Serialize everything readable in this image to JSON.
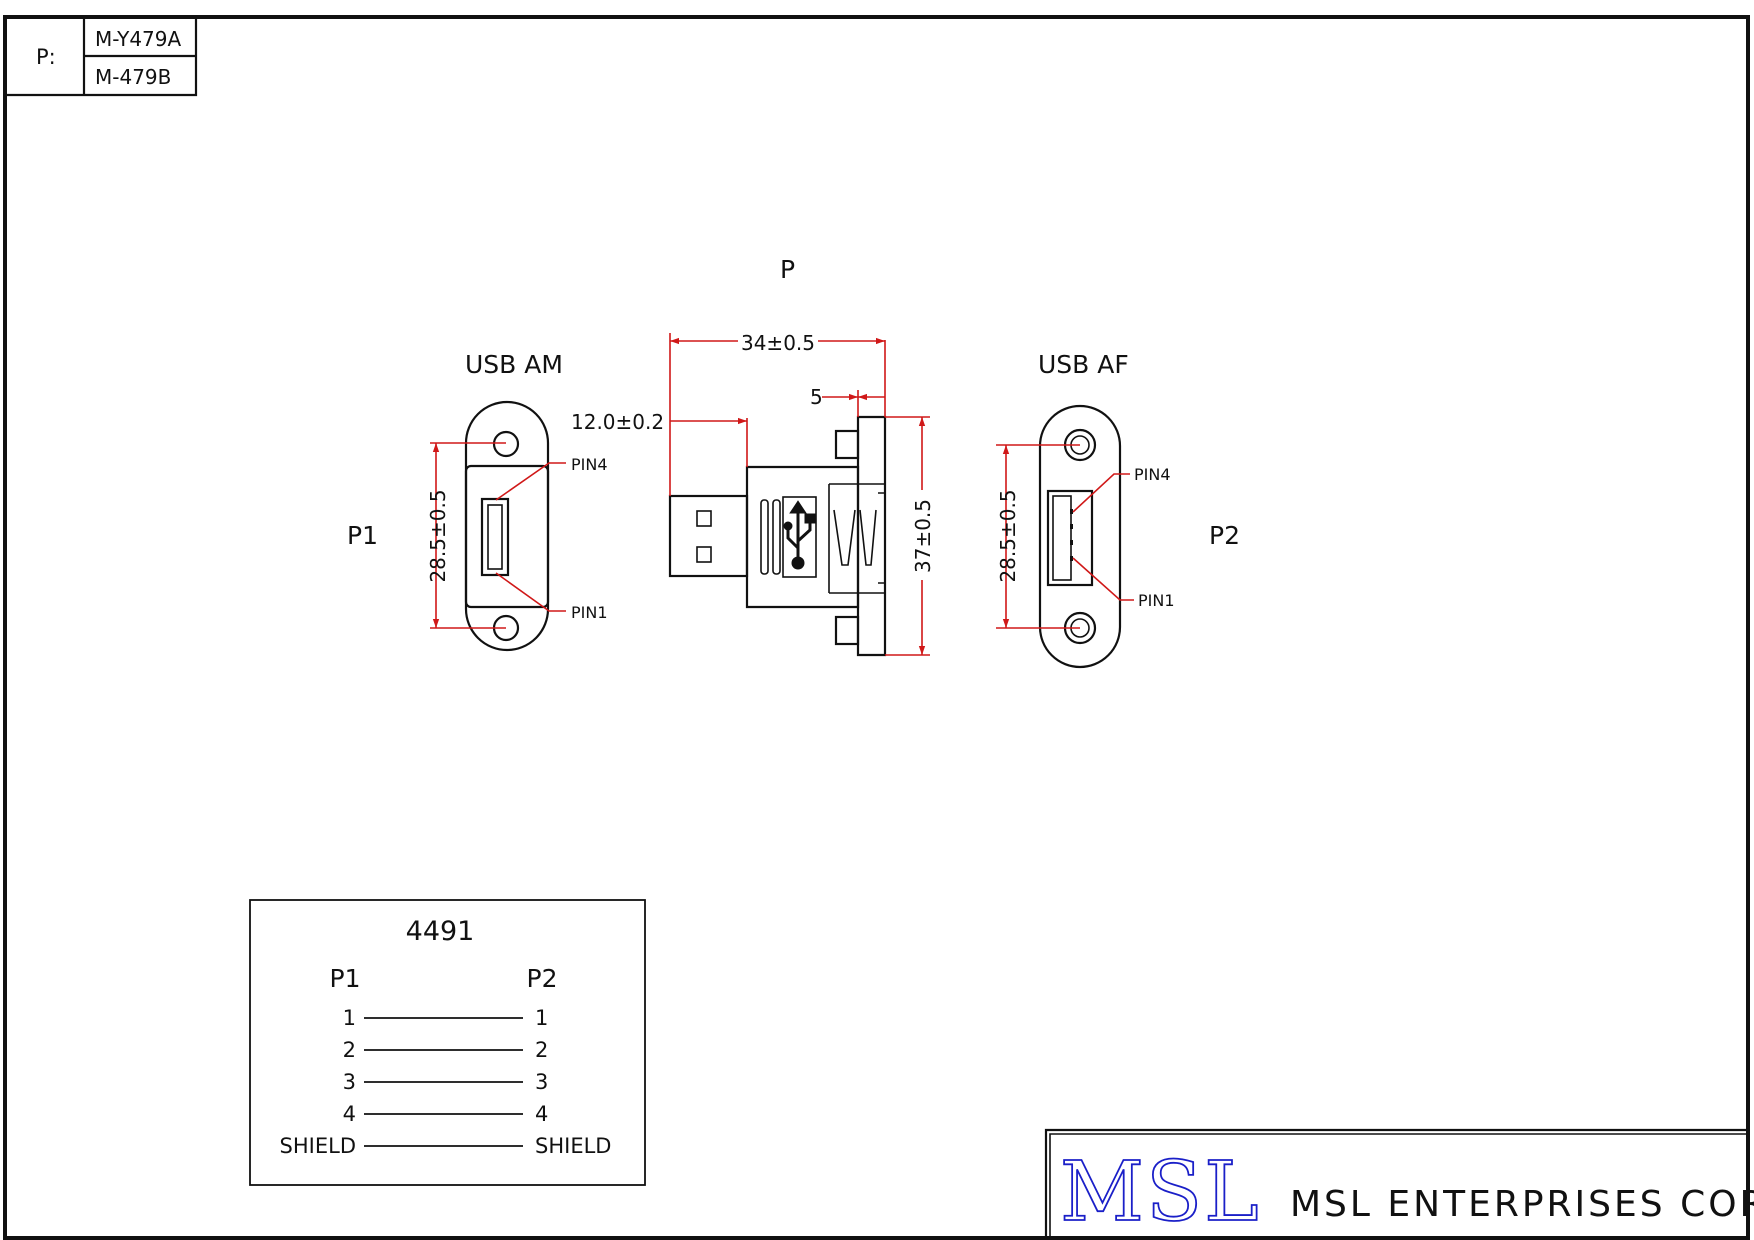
{
  "part_block": {
    "label": "P:",
    "models": [
      "M-Y479A",
      "M-479B"
    ]
  },
  "views": {
    "top_label": "P",
    "left": {
      "title": "USB AM",
      "id": "P1",
      "height_dim": "28.5±0.5",
      "pin_top": "PIN4",
      "pin_bottom": "PIN1"
    },
    "right": {
      "title": "USB AF",
      "id": "P2",
      "height_dim": "28.5±0.5",
      "pin_top": "PIN4",
      "pin_bottom": "PIN1"
    },
    "side": {
      "length_dim": "34±0.5",
      "plug_dim": "12.0±0.2",
      "flange_dim": "5",
      "height_dim": "37±0.5"
    }
  },
  "wiring": {
    "code": "4491",
    "left_header": "P1",
    "right_header": "P2",
    "rows": [
      {
        "left": "1",
        "right": "1"
      },
      {
        "left": "2",
        "right": "2"
      },
      {
        "left": "3",
        "right": "3"
      },
      {
        "left": "4",
        "right": "4"
      },
      {
        "left": "SHIELD",
        "right": "SHIELD"
      }
    ]
  },
  "title_block": {
    "logo": "MSL",
    "company": "MSL ENTERPRISES CORP."
  },
  "colors": {
    "line": "#111111",
    "dimension": "#d01818",
    "logo": "#1a1fc8"
  }
}
